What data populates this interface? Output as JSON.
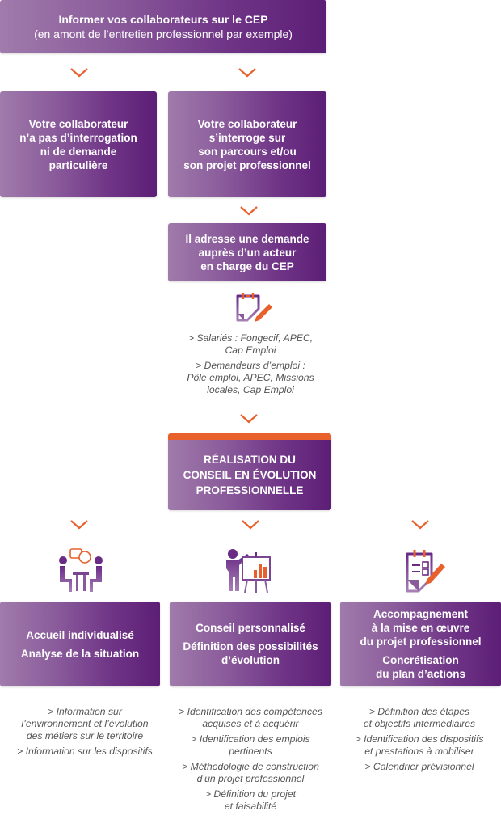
{
  "colors": {
    "purple_dark": "#5c1e76",
    "purple_light": "#a07bab",
    "orange": "#e8612c",
    "note_text": "#555555"
  },
  "top_box": {
    "lines": [
      "Informer vos collaborateurs sur le CEP",
      "(en amont de l’entretien professionnel par exemple)"
    ]
  },
  "box_no_request": {
    "lines": [
      "Votre collaborateur",
      "n’a pas d’interrogation",
      "ni de demande",
      "particulière"
    ]
  },
  "box_questioning": {
    "lines": [
      "Votre collaborateur",
      "s’interroge sur",
      "son parcours et/ou",
      "son projet professionnel"
    ]
  },
  "box_request": {
    "lines": [
      "Il adresse une demande",
      "auprès d’un acteur",
      "en charge du CEP"
    ]
  },
  "actors_notes": [
    {
      "lines": [
        "> Salariés : Fongecif, APEC,",
        "Cap Emploi"
      ]
    },
    {
      "lines": [
        "> Demandeurs d’emploi :",
        "Pôle emploi, APEC, Missions",
        "locales, Cap Emploi"
      ]
    }
  ],
  "box_realisation": {
    "lines": [
      "RÉALISATION DU",
      "CONSEIL EN ÉVOLUTION",
      "PROFESSIONNELLE"
    ]
  },
  "phases": [
    {
      "icon": "meeting-icon",
      "groups": [
        [
          "Accueil individualisé"
        ],
        [
          "Analyse de la situation"
        ]
      ],
      "notes": [
        [
          "> Information sur",
          "l’environnement et l’évolution",
          "des métiers sur le territoire"
        ],
        [
          "> Information sur les dispositifs"
        ]
      ]
    },
    {
      "icon": "presentation-icon",
      "groups": [
        [
          "Conseil personnalisé"
        ],
        [
          "Définition des possibilités",
          "d’évolution"
        ]
      ],
      "notes": [
        [
          "> Identification des compétences",
          "acquises et à acquérir"
        ],
        [
          "> Identification des emplois",
          "pertinents"
        ],
        [
          "> Méthodologie de construction",
          "d’un projet professionnel"
        ],
        [
          "> Définition du projet",
          "et faisabilité"
        ]
      ]
    },
    {
      "icon": "checklist-icon",
      "groups": [
        [
          "Accompagnement",
          "à la mise en œuvre",
          "du projet professionnel"
        ],
        [
          "Concrétisation",
          "du plan d’actions"
        ]
      ],
      "notes": [
        [
          "> Définition des étapes",
          "et objectifs intermédiaires"
        ],
        [
          "> Identification des dispositifs",
          "et prestations à mobiliser"
        ],
        [
          "> Calendrier prévisionnel"
        ]
      ]
    }
  ]
}
